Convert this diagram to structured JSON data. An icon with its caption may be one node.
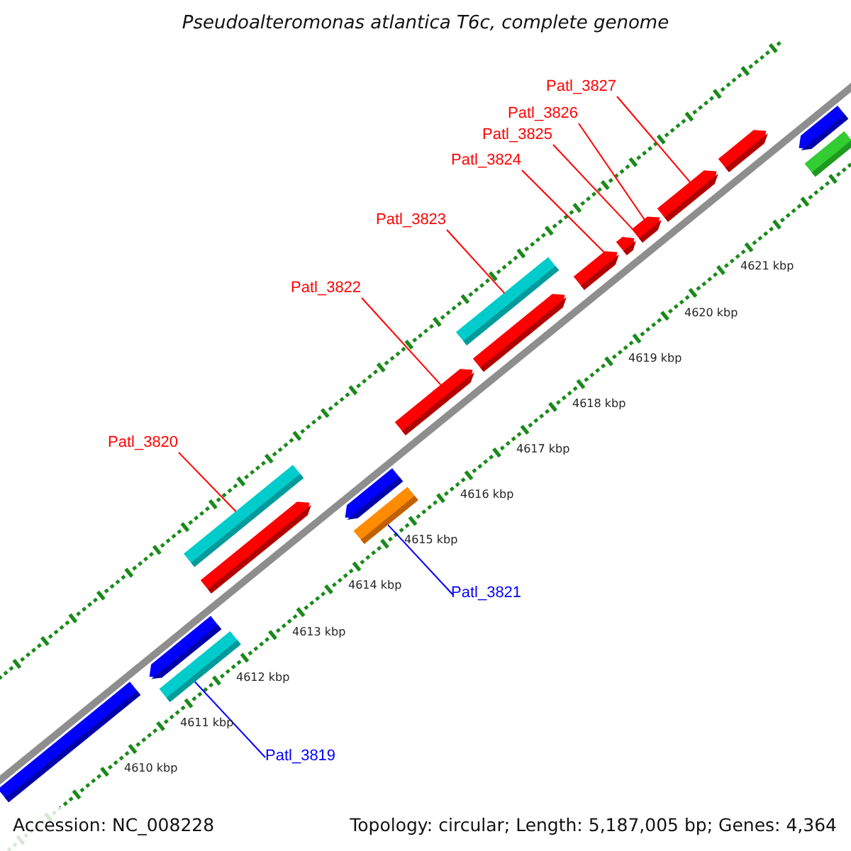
{
  "diagram": {
    "title": "Pseudoalteromonas atlantica T6c, complete genome",
    "nodes": [
      {
        "text": [
          "Patl_3827"
        ]
      },
      {
        "text": [
          "Patl_3826"
        ]
      },
      {
        "text": [
          "Patl_3825"
        ]
      },
      {
        "text": [
          "Patl_3824"
        ]
      },
      {
        "text": [
          "Patl_3823"
        ]
      },
      {
        "text": [
          "Patl_3822"
        ]
      },
      {
        "text": [
          "Patl_3820"
        ]
      },
      {
        "text": [
          "Patl_3821"
        ]
      },
      {
        "text": [
          "Patl_3819"
        ]
      },
      {
        "text": [],
        "shape": "bar"
      },
      {
        "text": [],
        "shape": "bar"
      },
      {
        "text": [],
        "shape": "bar"
      },
      {
        "text": [],
        "shape": "bar"
      },
      {
        "text": [],
        "shape": "bar"
      },
      {
        "text": [],
        "shape": "bar"
      },
      {
        "text": [],
        "shape": "bar"
      },
      {
        "text": [],
        "shape": "bar"
      },
      {
        "text": [],
        "shape": "bar"
      },
      {
        "text": [],
        "shape": "bar"
      },
      {
        "text": [],
        "shape": "bar"
      },
      {
        "text": [],
        "shape": "bar"
      },
      {
        "text": [],
        "shape": "bar"
      },
      {
        "text": [],
        "shape": "bar"
      },
      {
        "text": [],
        "shape": "bar"
      },
      {
        "text": [],
        "shape": "bar"
      },
      {
        "text": [],
        "shape": "bar"
      }
    ],
    "edges": [
      {
        "from": 0,
        "to": 22,
        "arrow": "none"
      },
      {
        "from": 1,
        "to": 21,
        "arrow": "none"
      },
      {
        "from": 2,
        "to": 20,
        "arrow": "none"
      },
      {
        "from": 3,
        "to": 19,
        "arrow": "none"
      },
      {
        "from": 4,
        "to": 18,
        "arrow": "none"
      },
      {
        "from": 5,
        "to": 16,
        "arrow": "none"
      },
      {
        "from": 6,
        "to": 13,
        "arrow": "none"
      },
      {
        "from": 7,
        "to": 14,
        "arrow": "none",
        "color": "#0000ff"
      },
      {
        "from": 8,
        "to": 11,
        "arrow": "none",
        "color": "#0000ff"
      }
    ],
    "labels": [
      "4621 kbp",
      "4620 kbp",
      "4619 kbp",
      "4618 kbp",
      "4617 kbp",
      "4616 kbp",
      "4615 kbp",
      "4614 kbp",
      "4613 kbp",
      "4612 kbp",
      "4611 kbp",
      "4610 kbp",
      "Accession: NC_008228",
      "Topology: circular; Length: 5,187,005 bp; Genes: 4,364"
    ]
  }
}
